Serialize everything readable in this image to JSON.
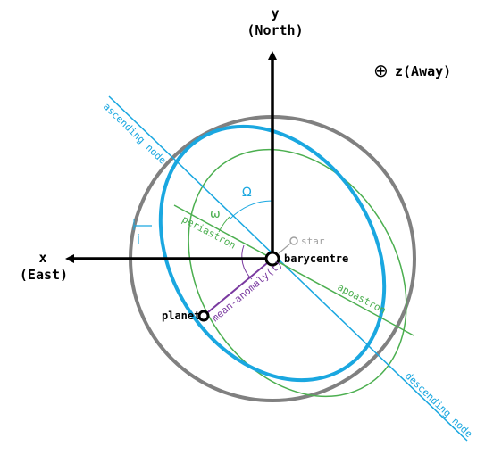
{
  "axes": {
    "y_letter": "y",
    "y_label": "(North)",
    "x_letter": "x",
    "x_label": "(East)",
    "z_symbol": "⊕",
    "z_label": "z(Away)"
  },
  "lines": {
    "ascending_node": "ascending node",
    "descending_node": "descending node",
    "periastron": "periastron",
    "apoastron": "apoastron",
    "mean_anomaly": "mean-anomaly(t)"
  },
  "angles": {
    "omega_big": "Ω",
    "omega_small": "ω",
    "inclination": "i"
  },
  "points": {
    "barycentre": "barycentre",
    "planet": "planet",
    "star": "star"
  },
  "colors": {
    "sky_circle": "#808080",
    "orbit": "#1aa7e0",
    "green_orbit": "#4caf50",
    "node_line": "#1aa7e0",
    "mean_anomaly": "#7a3aa0",
    "star": "#a0a0a0",
    "axis": "#000000"
  }
}
